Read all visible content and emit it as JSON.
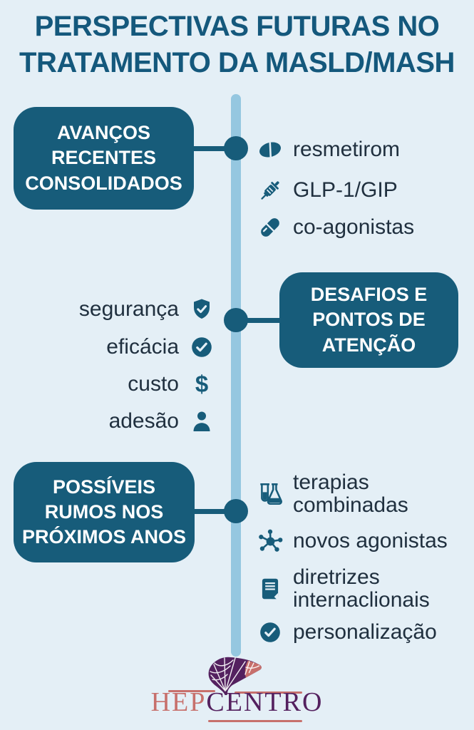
{
  "title": {
    "line1": "PERSPECTIVAS FUTURAS NO",
    "line2": "TRATAMENTO DA MASLD/MASH"
  },
  "sections": [
    {
      "id": "avancos",
      "box_lines": [
        "AVANÇOS",
        "RECENTES",
        "CONSOLIDADOS"
      ],
      "items": [
        {
          "icon": "pill-icon",
          "label": "resmetirom"
        },
        {
          "icon": "syringe-icon",
          "label": "GLP-1/GIP"
        },
        {
          "icon": "capsule-icon",
          "label": "co-agonistas"
        }
      ]
    },
    {
      "id": "desafios",
      "box_lines": [
        "DESAFIOS E",
        "PONTOS DE",
        "ATENÇÃO"
      ],
      "items": [
        {
          "icon": "shield-check-icon",
          "label": "segurança"
        },
        {
          "icon": "check-circle-icon",
          "label": "eficácia"
        },
        {
          "icon": "dollar-icon",
          "label": "custo"
        },
        {
          "icon": "person-icon",
          "label": "adesão"
        }
      ]
    },
    {
      "id": "rumos",
      "box_lines": [
        "POSSÍVEIS",
        "RUMOS NOS",
        "PRÓXIMOS ANOS"
      ],
      "items": [
        {
          "icon": "flask-icon",
          "label": "terapias combinadas"
        },
        {
          "icon": "molecule-icon",
          "label": "novos agonistas"
        },
        {
          "icon": "document-icon",
          "label": "diretrizes internaclionais"
        },
        {
          "icon": "check-circle-icon",
          "label": "personalização"
        }
      ]
    }
  ],
  "icon_glyphs": {
    "dollar": "$"
  },
  "logo": {
    "part1": "HEP",
    "part2": "CENTRO"
  },
  "colors": {
    "background": "#E4EFF6",
    "teal": "#175C7A",
    "timeline_blue": "#95C7E0",
    "title": "#14587C",
    "item_text": "#20303F",
    "box_text": "#FFFFFF",
    "logo_salmon": "#C7706C",
    "logo_purple": "#54215F"
  }
}
